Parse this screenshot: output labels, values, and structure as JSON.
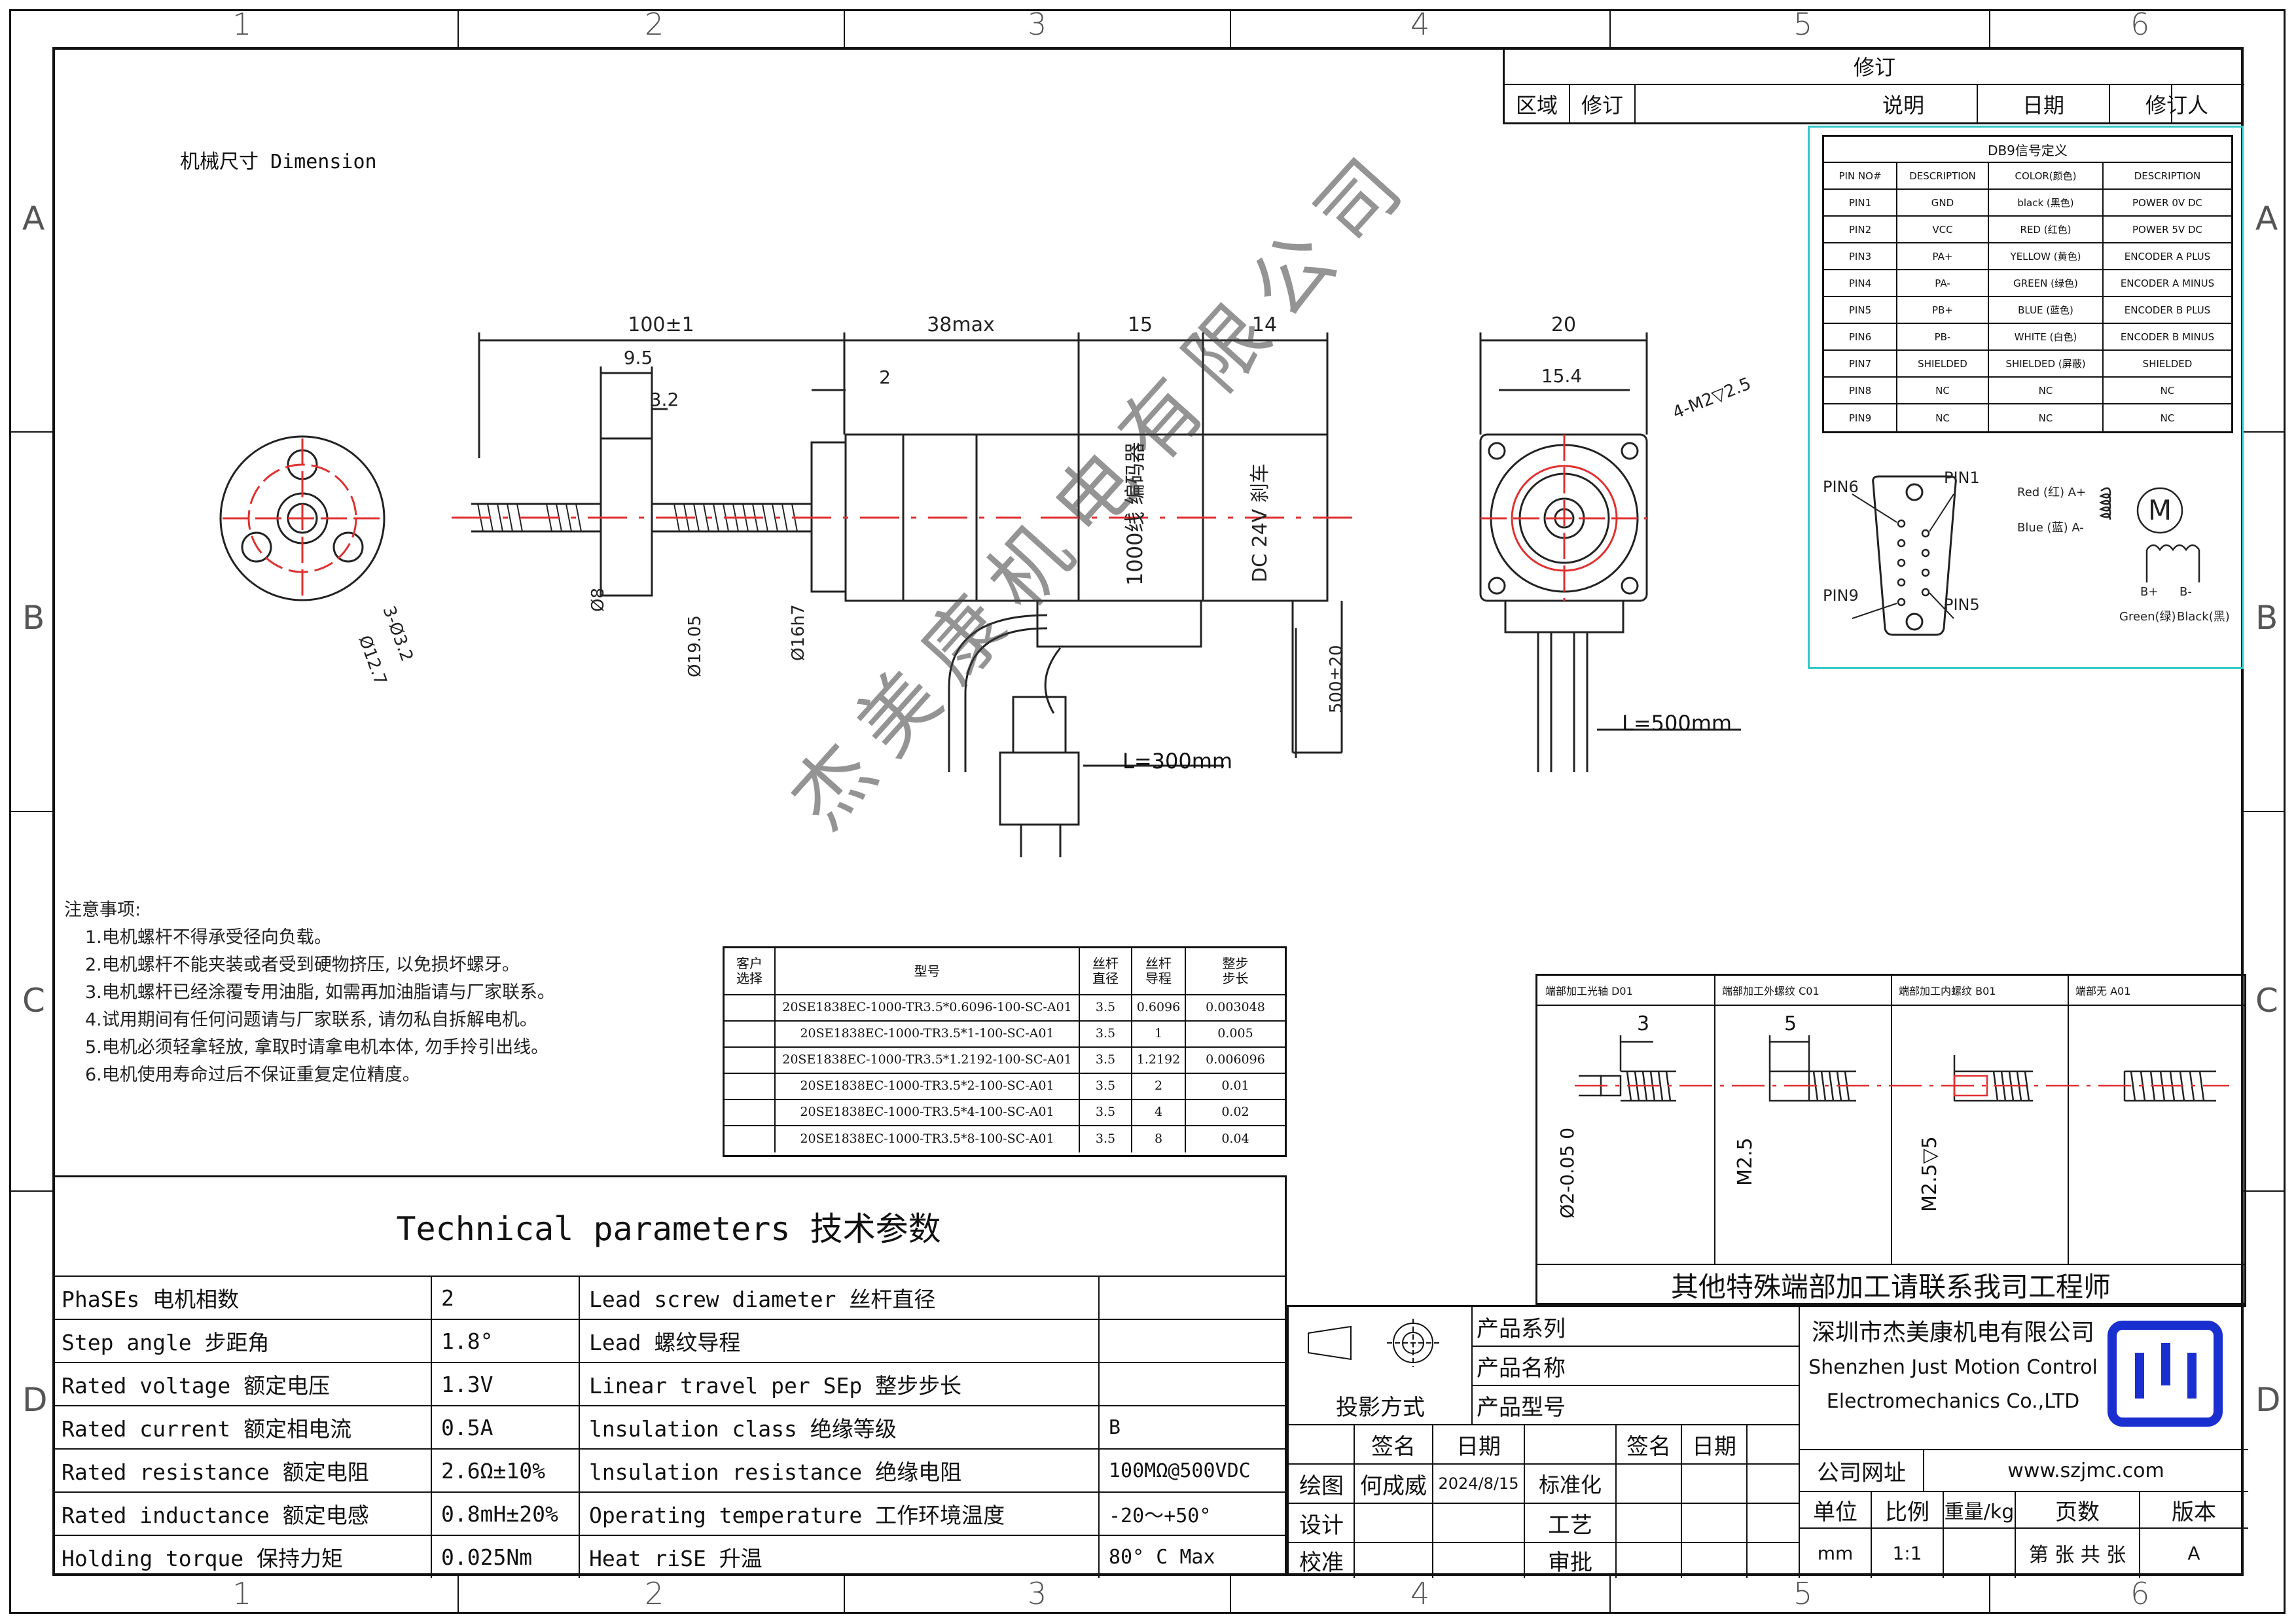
{
  "zones": {
    "columns": [
      "1",
      "2",
      "3",
      "4",
      "5",
      "6"
    ],
    "rows": [
      "A",
      "B",
      "C",
      "D"
    ]
  },
  "dimension_title": "机械尺寸 Dimension",
  "revision": {
    "title": "修订",
    "headers": [
      "区域",
      "修订",
      "说明",
      "日期",
      "修订人"
    ]
  },
  "db9": {
    "title": "DB9信号定义",
    "headers": [
      "PIN NO#",
      "DESCRIPTION",
      "COLOR(颜色)",
      "DESCRIPTION"
    ],
    "rows": [
      [
        "PIN1",
        "GND",
        "black (黑色)",
        "POWER 0V DC"
      ],
      [
        "PIN2",
        "VCC",
        "RED (红色)",
        "POWER 5V DC"
      ],
      [
        "PIN3",
        "PA+",
        "YELLOW (黄色)",
        "ENCODER A PLUS"
      ],
      [
        "PIN4",
        "PA-",
        "GREEN (绿色)",
        "ENCODER A MINUS"
      ],
      [
        "PIN5",
        "PB+",
        "BLUE (蓝色)",
        "ENCODER B PLUS"
      ],
      [
        "PIN6",
        "PB-",
        "WHITE (白色)",
        "ENCODER B MINUS"
      ],
      [
        "PIN7",
        "SHIELDED",
        "SHIELDED (屏蔽)",
        "SHIELDED"
      ],
      [
        "PIN8",
        "NC",
        "NC",
        "NC"
      ],
      [
        "PIN9",
        "NC",
        "NC",
        "NC"
      ]
    ],
    "pin_labels": [
      "PIN6",
      "PIN1",
      "PIN9",
      "PIN5"
    ],
    "wire_labels": [
      "Red (红) A+",
      "Blue (蓝) A-",
      "B+",
      "B-",
      "Green(绿)",
      "Black(黑)"
    ],
    "motor_symbol": "M"
  },
  "drawing": {
    "dims_top": [
      "100±1",
      "38max",
      "15",
      "14",
      "20"
    ],
    "dims_other": [
      "9.5",
      "3.2",
      "2",
      "15.4",
      "4-M2▽2.5",
      "3-Ø3.2",
      "Ø12.7",
      "Ø8",
      "Ø19.05",
      "Ø16h7",
      "500±20"
    ],
    "encoder_label": "1000线 编码器",
    "brake_label": "DC 24V 刹车",
    "cable_left": "L=300mm",
    "cable_right": "L=500mm",
    "watermark": "杰美康机电有限公司"
  },
  "notes": {
    "title": "注意事项:",
    "items": [
      "1.电机螺杆不得承受径向负载。",
      "2.电机螺杆不能夹装或者受到硬物挤压, 以免损坏螺牙。",
      "3.电机螺杆已经涂覆专用油脂, 如需再加油脂请与厂家联系。",
      "4.试用期间有任何问题请与厂家联系, 请勿私自拆解电机。",
      "5.电机必须轻拿轻放, 拿取时请拿电机本体, 勿手拎引出线。",
      "6.电机使用寿命过后不保证重复定位精度。"
    ]
  },
  "model_table": {
    "headers": [
      "客户\n选择",
      "型号",
      "丝杆\n直径",
      "丝杆\n导程",
      "整步\n步长"
    ],
    "rows": [
      [
        "",
        "20SE1838EC-1000-TR3.5*0.6096-100-SC-A01",
        "3.5",
        "0.6096",
        "0.003048"
      ],
      [
        "",
        "20SE1838EC-1000-TR3.5*1-100-SC-A01",
        "3.5",
        "1",
        "0.005"
      ],
      [
        "",
        "20SE1838EC-1000-TR3.5*1.2192-100-SC-A01",
        "3.5",
        "1.2192",
        "0.006096"
      ],
      [
        "",
        "20SE1838EC-1000-TR3.5*2-100-SC-A01",
        "3.5",
        "2",
        "0.01"
      ],
      [
        "",
        "20SE1838EC-1000-TR3.5*4-100-SC-A01",
        "3.5",
        "4",
        "0.02"
      ],
      [
        "",
        "20SE1838EC-1000-TR3.5*8-100-SC-A01",
        "3.5",
        "8",
        "0.04"
      ]
    ]
  },
  "tech": {
    "title": "Technical parameters 技术参数",
    "rows": [
      [
        "PhaSEs  电机相数",
        "2",
        "Lead screw diameter 丝杆直径",
        ""
      ],
      [
        "Step angle 步距角",
        "1.8°",
        "Lead 螺纹导程",
        ""
      ],
      [
        "Rated voltage 额定电压",
        "1.3V",
        "Linear travel per SEp 整步步长",
        ""
      ],
      [
        "Rated current 额定相电流",
        "0.5A",
        "lnsulation class 绝缘等级",
        "B"
      ],
      [
        "Rated resistance 额定电阻",
        "2.6Ω±10%",
        "lnsulation resistance 绝缘电阻",
        "100MΩ@500VDC"
      ],
      [
        "Rated inductance 额定电感",
        "0.8mH±20%",
        "Operating temperature 工作环境温度",
        "-20～+50°"
      ],
      [
        "Holding torque 保持力矩",
        "0.025Nm",
        "Heat riSE 升温",
        "80° C Max"
      ]
    ]
  },
  "end_machining": {
    "headers": [
      "端部加工光轴 D01",
      "端部加工外螺纹 C01",
      "端部加工内螺纹 B01",
      "端部无 A01"
    ],
    "dims": [
      "3",
      "5",
      "Ø2-0.05 0",
      "M2.5",
      "M2.5▽5"
    ],
    "footer": "其他特殊端部加工请联系我司工程师"
  },
  "title_block": {
    "projection": "投影方式",
    "series": "产品系列",
    "name": "产品名称",
    "model": "产品型号",
    "sign": "签名",
    "date": "日期",
    "draw": "绘图",
    "drawer": "何成威",
    "draw_date": "2024/8/15",
    "standard": "标准化",
    "design": "设计",
    "process": "工艺",
    "check": "校准",
    "approve": "审批",
    "company_cn": "深圳市杰美康机电有限公司",
    "company_en1": "Shenzhen Just Motion Control",
    "company_en2": "Electromechanics Co.,LTD",
    "website_label": "公司网址",
    "website": "www.szjmc.com",
    "unit": "单位",
    "scale": "比例",
    "weight": "重量/kg",
    "pages": "页数",
    "version": "版本",
    "unit_val": "mm",
    "scale_val": "1:1",
    "pages_val": "第 张 共 张",
    "version_val": "A"
  },
  "colors": {
    "accent_red": "#e03030",
    "db9_border": "#34c8c8",
    "logo_blue": "#1a2fd0"
  }
}
